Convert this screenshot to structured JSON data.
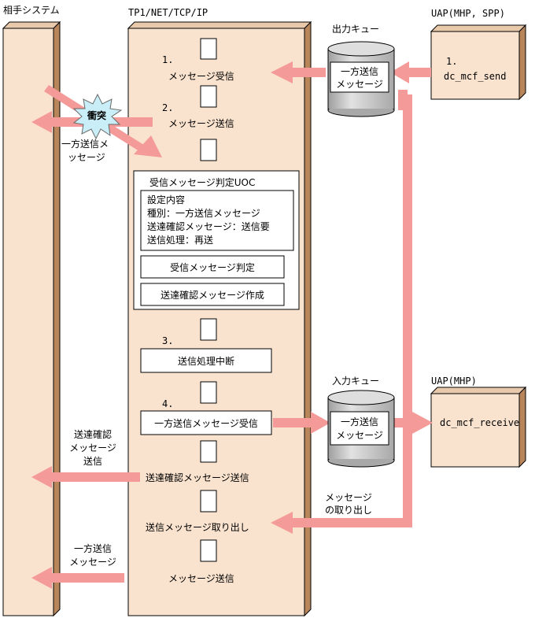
{
  "labels": {
    "partner_system": "相手システム",
    "tp1_protocol": "TP1/NET/TCP/IP",
    "output_queue": "出力キュー",
    "input_queue": "入力キュー",
    "uap_top": "UAP(MHP, SPP)",
    "uap_bottom": "UAP(MHP)"
  },
  "queues": {
    "output_line1": "一方送信",
    "output_line2": "メッセージ",
    "input_line1": "一方送信",
    "input_line2": "メッセージ"
  },
  "uap": {
    "step_number": "1.",
    "send_function": "dc_mcf_send",
    "receive_function": "dc_mcf_receive"
  },
  "steps": {
    "s1_number": "1.",
    "s1_text": "メッセージ受信",
    "s2_number": "2.",
    "s2_text": "メッセージ送信",
    "s3_number": "3.",
    "s3_text": "送信処理中断",
    "s4_number": "4.",
    "s4_text": "一方送信メッセージ受信",
    "ack_send": "送達確認メッセージ送信",
    "take_out": "送信メッセージ取り出し",
    "msg_send": "メッセージ送信"
  },
  "collision": {
    "label": "衝突",
    "msg_line1": "一方送信メ",
    "msg_line2": "ッセージ"
  },
  "uoc": {
    "title": "受信メッセージ判定UOC",
    "settings_title": "設定内容",
    "setting_type": "種別：一方送信メッセージ",
    "setting_ack": "送達確認メッセージ：送信要",
    "setting_process": "送信処理：再送",
    "judge_button": "受信メッセージ判定",
    "create_ack_button": "送達確認メッセージ作成"
  },
  "left_labels": {
    "ack_line1": "送達確認",
    "ack_line2": "メッセージ",
    "ack_line3": "送信",
    "oneway_line1": "一方送信",
    "oneway_line2": "メッセージ"
  },
  "takeout_label": {
    "line1": "メッセージ",
    "line2": "の取り出し"
  },
  "colors": {
    "panel_fill": "#f9e3cf",
    "arrow": "#f49a98",
    "cylinder": "#c8c8c8",
    "burst": "#c9eef8"
  }
}
